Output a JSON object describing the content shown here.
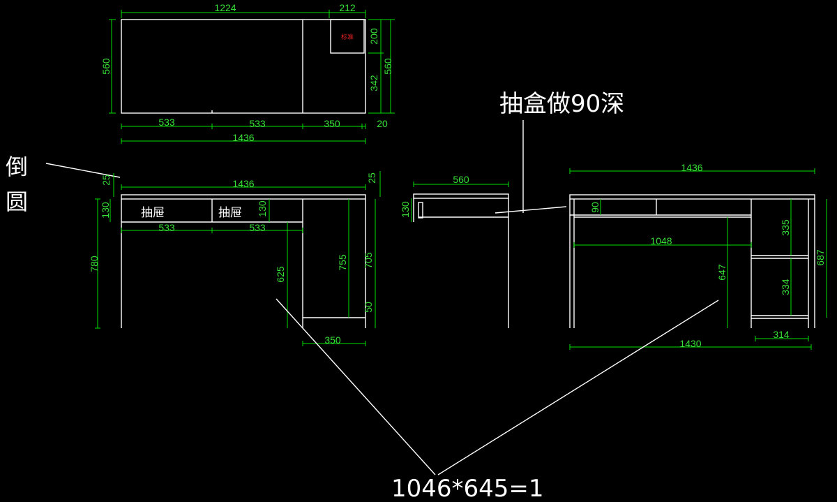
{
  "top_view": {
    "dims": {
      "width_main": "1224",
      "width_side": "212",
      "depth_left": "560",
      "depth_right": "560",
      "side_top": "200",
      "side_bottom": "342",
      "seg1": "533",
      "seg2": "533",
      "seg3": "350",
      "seg4": "20",
      "total": "1436"
    },
    "red_mark": "标准"
  },
  "front_view": {
    "dims": {
      "top_total": "1436",
      "top_thick": "25",
      "top_thick_right": "25",
      "drawer_h": "130",
      "drawer_h2": "130",
      "height": "780",
      "drawer_w1": "533",
      "drawer_w2": "533",
      "leg_625": "625",
      "cab_755": "755",
      "cab_705": "705",
      "base_50": "50",
      "cab_w": "350"
    },
    "drawer_labels": [
      "抽屉",
      "抽屉"
    ],
    "round_label": "倒圆"
  },
  "side_view": {
    "dims": {
      "depth": "560",
      "drawer_h": "130"
    }
  },
  "rear_view": {
    "dims": {
      "total": "1436",
      "d90": "90",
      "inner_1048": "1048",
      "h647": "647",
      "s335": "335",
      "s334": "334",
      "h687": "687",
      "bottom_total": "1430",
      "w314": "314"
    }
  },
  "notes": {
    "drawer_depth": "抽盒做90深",
    "formula": "1046*645=1"
  }
}
